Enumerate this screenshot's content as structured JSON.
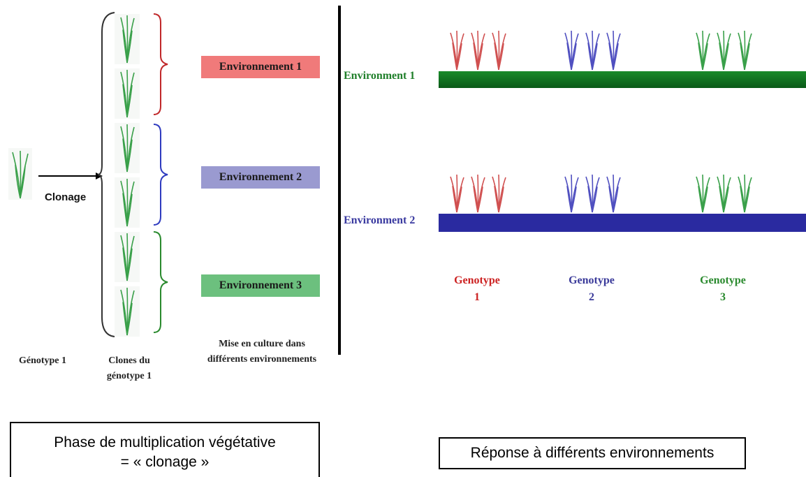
{
  "left": {
    "arrow_label": "Clonage",
    "genotype_caption": "Génotype 1",
    "clones_caption": [
      "Clones du",
      "génotype 1"
    ],
    "culture_caption": [
      "Mise en culture dans",
      "différents environnements"
    ],
    "environments": [
      {
        "label": "Environnement  1",
        "color": "#f07a7a",
        "bracket_color": "#c0282a"
      },
      {
        "label": "Environnement  2",
        "color": "#9a9ad0",
        "bracket_color": "#2f3bbf"
      },
      {
        "label": "Environnement  3",
        "color": "#6cc07e",
        "bracket_color": "#2a8a2e"
      }
    ],
    "phase_box": [
      "Phase de multiplication végétative",
      "= « clonage »"
    ]
  },
  "right": {
    "environments": [
      {
        "label": "Environment 1",
        "color": "#1f7f2a",
        "bar_color": "#0d6b1e"
      },
      {
        "label": "Environment 2",
        "color": "#3a3aa0",
        "bar_color": "#2a2aa0"
      }
    ],
    "genotypes": [
      {
        "line1": "Genotype",
        "line2": "1",
        "color": "#cc2222"
      },
      {
        "line1": "Genotype",
        "line2": "2",
        "color": "#3a3a9a"
      },
      {
        "line1": "Genotype",
        "line2": "3",
        "color": "#2a8a2e"
      }
    ],
    "response_box": "Réponse à différents environnements"
  },
  "plant_colors": {
    "green": "#3aa04a",
    "red": "#d05050",
    "blue": "#5050c0"
  }
}
